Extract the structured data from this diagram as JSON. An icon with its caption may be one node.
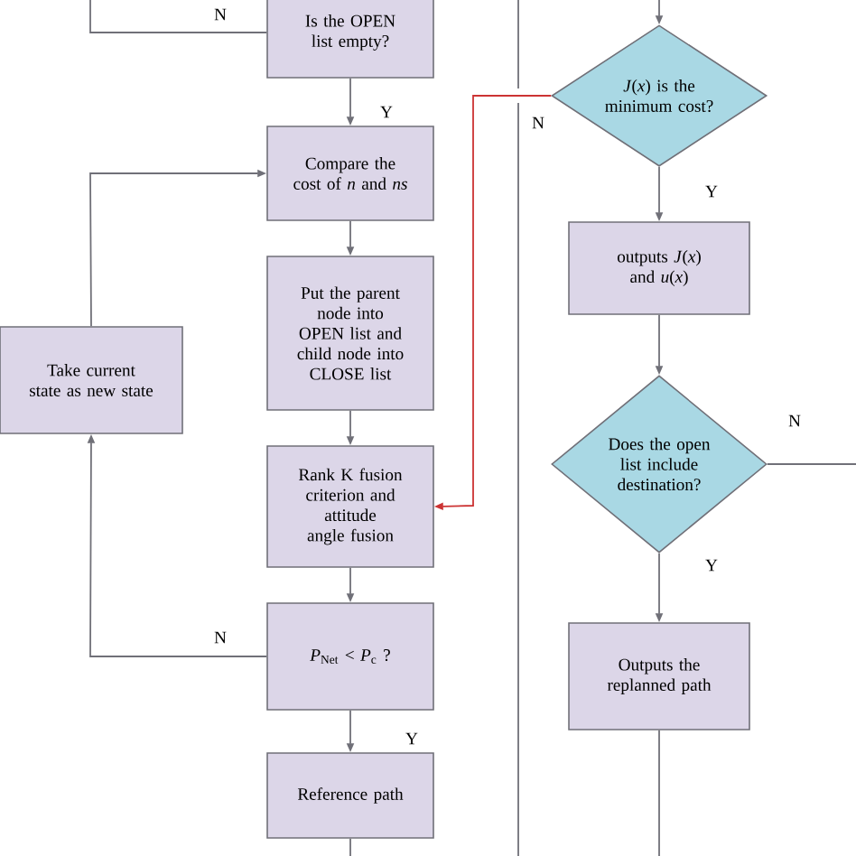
{
  "diagram": {
    "nodes": [
      {
        "text": [
          "Is the OPEN list empty?"
        ]
      },
      {
        "text": [
          "Compare the cost of *n* and *ns*"
        ]
      },
      {
        "text": [
          "Put the parent node into OPEN list and child node into CLOSE list"
        ]
      },
      {
        "text": [
          "Take current state as new state"
        ]
      },
      {
        "text": [
          "Rank K fusion criterion and attitude angle fusion"
        ]
      },
      {
        "text": [
          "*P*$_{Net}$ < *P*$_{c}$ ?"
        ]
      },
      {
        "text": [
          "Reference path"
        ]
      },
      {
        "text": [
          "*J*(*x*) is the minimum cost?"
        ]
      },
      {
        "text": [
          "outputs *J*(*x*) and *u*(*x*)"
        ]
      },
      {
        "text": [
          "Does the open list include destination?"
        ]
      },
      {
        "text": [
          "Outputs the replanned path"
        ]
      }
    ],
    "edges": [
      {
        "from": 0,
        "to": null,
        "arrow": "none",
        "label": "N"
      },
      {
        "from": 0,
        "to": 1,
        "arrow": "to",
        "label": "Y"
      },
      {
        "from": 1,
        "to": 2,
        "arrow": "to"
      },
      {
        "from": 2,
        "to": 4,
        "arrow": "to"
      },
      {
        "from": 4,
        "to": 5,
        "arrow": "to"
      },
      {
        "from": 5,
        "to": 3,
        "arrow": "to",
        "label": "N"
      },
      {
        "from": 3,
        "to": 1,
        "arrow": "to"
      },
      {
        "from": 5,
        "to": 6,
        "arrow": "to",
        "label": "Y"
      },
      {
        "from": 6,
        "to": null,
        "arrow": "none"
      },
      {
        "from": null,
        "to": 7,
        "arrow": "to"
      },
      {
        "from": 7,
        "to": 4,
        "arrow": "to",
        "label": "N",
        "color": "#cc3333"
      },
      {
        "from": 7,
        "to": 8,
        "arrow": "to",
        "label": "Y"
      },
      {
        "from": 8,
        "to": 9,
        "arrow": "to"
      },
      {
        "from": 9,
        "to": null,
        "arrow": "none",
        "label": "N"
      },
      {
        "from": 9,
        "to": 10,
        "arrow": "to",
        "label": "Y"
      },
      {
        "from": 10,
        "to": null,
        "arrow": "none"
      }
    ]
  }
}
